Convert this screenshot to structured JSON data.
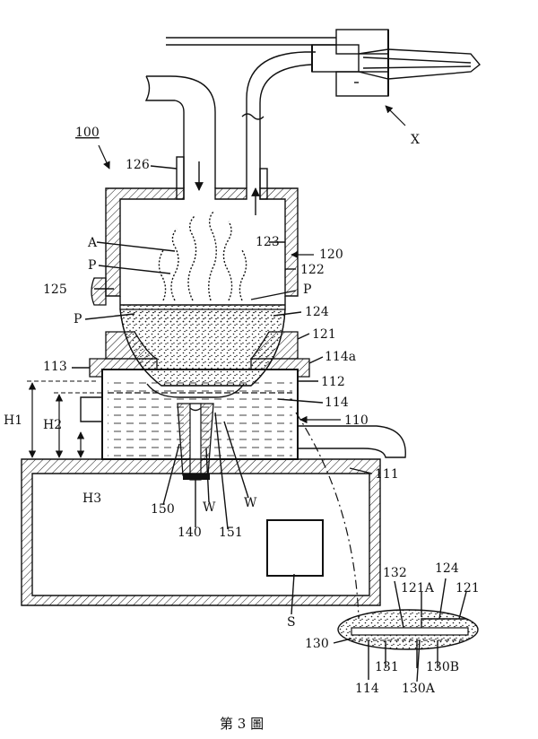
{
  "figure": {
    "caption": "第 3 圖",
    "labels": {
      "device": "100",
      "x": "X",
      "l126": "126",
      "a": "A",
      "p1": "P",
      "p2": "P",
      "p3": "P",
      "l123": "123",
      "l120": "120",
      "l122": "122",
      "l125": "125",
      "l124": "124",
      "l121": "121",
      "l114a": "114a",
      "l113": "113",
      "l112": "112",
      "l114": "114",
      "l110": "110",
      "h1": "H1",
      "h2": "H2",
      "h3": "H3",
      "l111": "111",
      "l150": "150",
      "w1": "W",
      "w2": "W",
      "l151": "151",
      "l140": "140",
      "s": "S",
      "d132": "132",
      "d124": "124",
      "d121A": "121A",
      "d121": "121",
      "d130": "130",
      "d131": "131",
      "d130B": "130B",
      "d114": "114",
      "d130A": "130A"
    }
  }
}
